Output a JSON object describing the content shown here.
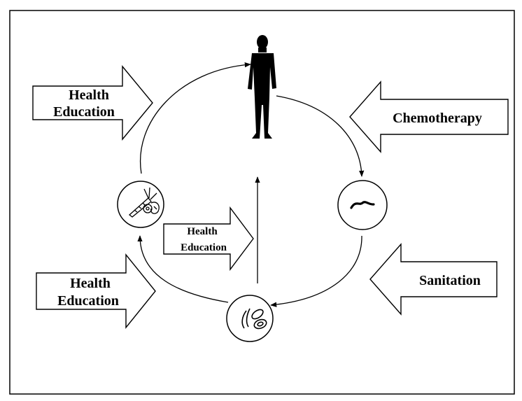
{
  "interventions": {
    "top_left": [
      "Health",
      "Education"
    ],
    "bottom_left": [
      "Health",
      "Education"
    ],
    "center": [
      "Health",
      "Education"
    ],
    "right_top": "Chemotherapy",
    "right_bottom": "Sanitation"
  },
  "cycle_nodes": [
    "human-host",
    "worm",
    "eggs",
    "contaminated-produce"
  ],
  "colors": {
    "ink": "#000000",
    "paper": "#ffffff"
  }
}
